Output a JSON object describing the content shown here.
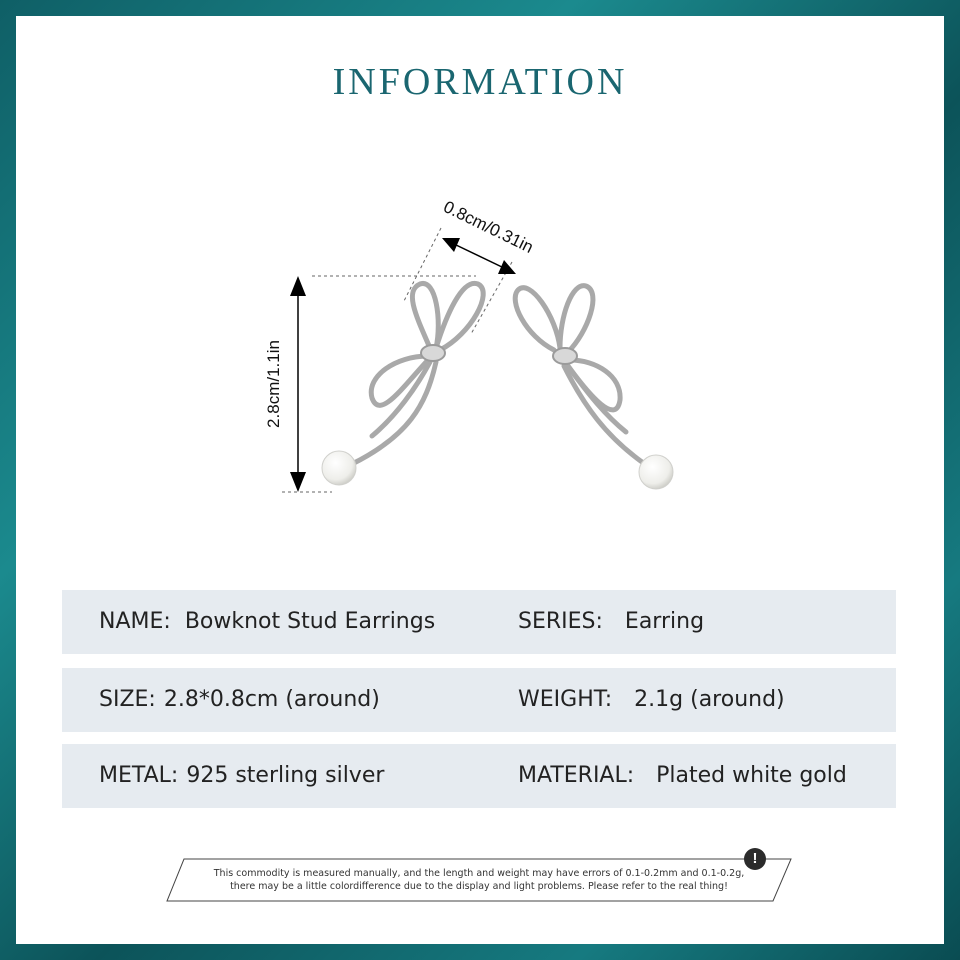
{
  "header": {
    "title": "INFORMATION"
  },
  "dimensions": {
    "width_label": "0.8cm/0.31in",
    "height_label": "2.8cm/1.1in"
  },
  "specs": {
    "name": {
      "label": "NAME:",
      "value": "Bowknot Stud Earrings"
    },
    "series": {
      "label": "SERIES:",
      "value": "Earring"
    },
    "size": {
      "label": "SIZE:",
      "value": "2.8*0.8cm (around)"
    },
    "weight": {
      "label": "WEIGHT:",
      "value": "2.1g (around)"
    },
    "metal": {
      "label": "METAL:",
      "value": "925 sterling silver"
    },
    "material": {
      "label": "MATERIAL:",
      "value": "Plated white gold"
    }
  },
  "note": {
    "line1": "This commodity is measured manually, and the length and weight may have errors of 0.1-0.2mm and 0.1-0.2g,",
    "line2": "there may be a little colordifference due to the display and light problems. Please refer to the real thing!",
    "icon": "exclamation-icon"
  },
  "colors": {
    "title": "#1a6670",
    "border": "#0f5f66",
    "row_background": "#e6ebf0"
  }
}
